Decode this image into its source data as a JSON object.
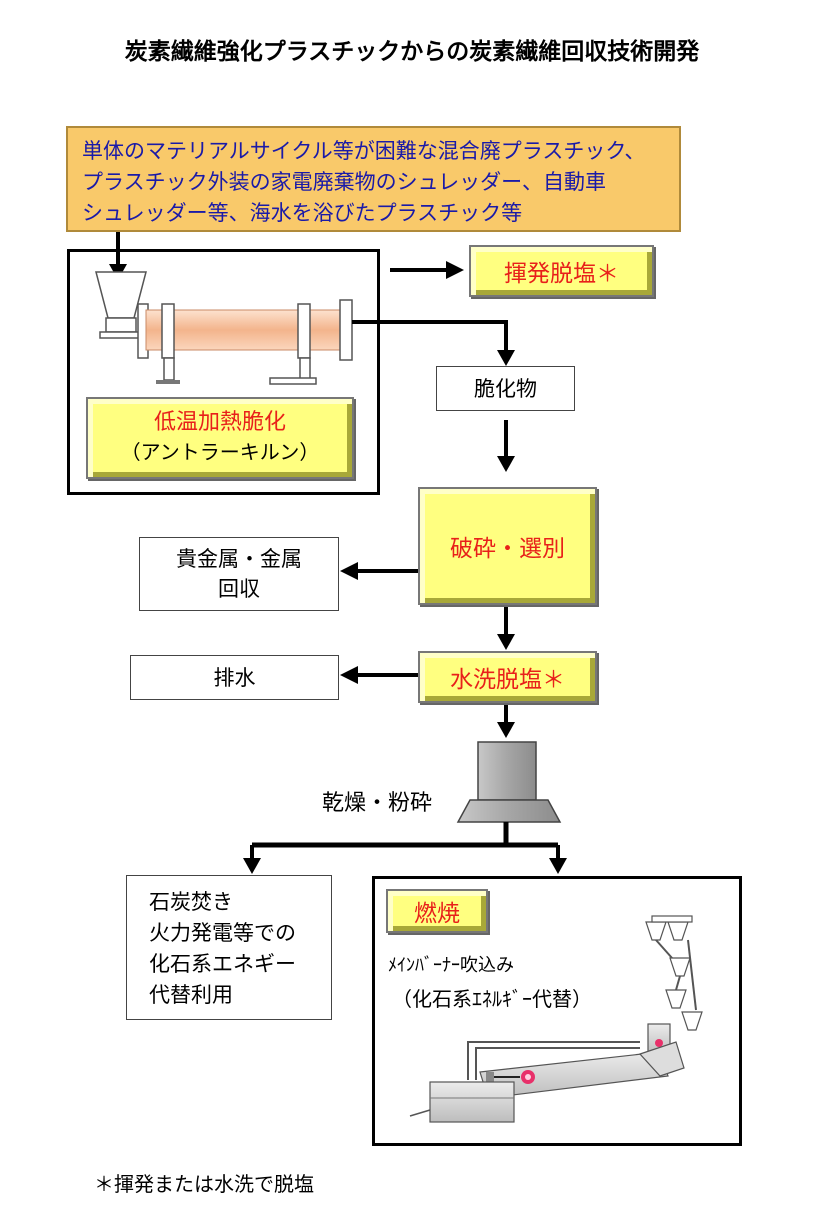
{
  "title": "炭素繊維強化プラスチックからの炭素繊維回収技術開発",
  "input_source": {
    "lines": [
      "単体のマテリアルサイクル等が困難な混合廃プラスチック、",
      "プラスチック外装の家電廃棄物のシュレッダー、自動車",
      "シュレッダー等、海水を浴びたプラスチック等"
    ]
  },
  "kiln_label": {
    "main": "低温加熱脆化",
    "sub": "（アントラーキルン）"
  },
  "volatile_dechlorination": "揮発脱塩＊",
  "embrittled_material": "脆化物",
  "crush_sort": "破砕・選別",
  "metal_recovery": {
    "line1": "貴金属・金属",
    "line2": "回収"
  },
  "water_wash_dechlorination": "水洗脱塩＊",
  "drainage": "排水",
  "dry_grind": "乾燥・粉砕",
  "coal_power": {
    "lines": [
      "石炭焚き",
      "火力発電等での",
      "化石系エネギー",
      "代替利用"
    ]
  },
  "combustion": {
    "label": "燃焼",
    "burner_line1": "ﾒｲﾝﾊﾞｰﾅｰ吹込み",
    "burner_line2": "（化石系ｴﾈﾙｷﾞｰ代替）"
  },
  "footnote": "＊揮発または水洗で脱塩",
  "colors": {
    "input_fill": "#f9c96a",
    "process_fill": "#ffff80",
    "red_text": "#e8201a",
    "blue_text": "#1a1aa8",
    "kiln_tube": "#f3b48c"
  }
}
